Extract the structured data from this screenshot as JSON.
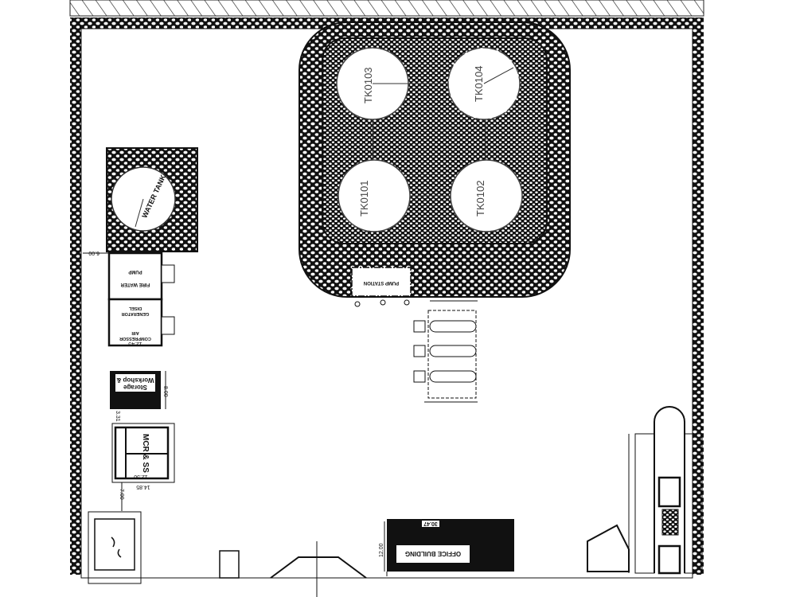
{
  "tanks": [
    {
      "label": "TK0103"
    },
    {
      "label": "TK0104"
    },
    {
      "label": "TK0101"
    },
    {
      "label": "TK0102"
    }
  ],
  "water_tank": {
    "label": "WATER TANK"
  },
  "pump_station": {
    "label": "PUMP STATION"
  },
  "fire_water": {
    "line1": "PUMP",
    "line2": "FIRE WATER"
  },
  "generator": {
    "line1": "DISEL",
    "line2": "GENERATOR",
    "line3": "AIR",
    "line4": "COMPRESSOR"
  },
  "workshop": {
    "line1": "Workshop &",
    "line2": "Storage"
  },
  "mcr": {
    "label": "MCR & SS"
  },
  "office": {
    "label": "OFFICE BUILDING",
    "width_dim": "30.47",
    "depth_dim": "12.00"
  },
  "dimensions": {
    "pump_room_offset": "6.00",
    "generator_width": "12.45",
    "workshop_depth": "8.00",
    "workshop_gap": "3.31",
    "mcr_inner": "12.50",
    "mcr_outer": "14.85",
    "guard_gap": "7.00"
  }
}
